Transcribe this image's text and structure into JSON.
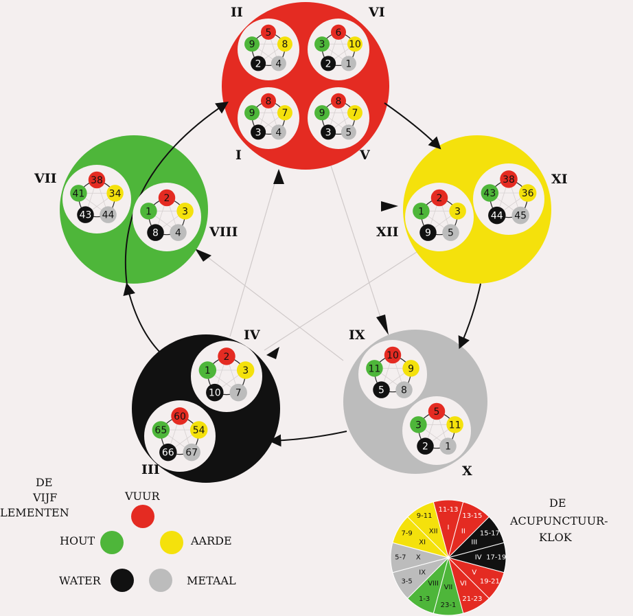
{
  "colors": {
    "fire": "#e42b22",
    "earth": "#f4e10c",
    "wood": "#4eb63a",
    "water": "#111111",
    "metal": "#bcbcbc",
    "background": "#f4efef"
  },
  "elements": [
    {
      "element": "fire",
      "groups": [
        {
          "label": "II",
          "numbers": {
            "fire": "5",
            "earth": "8",
            "metal": "4",
            "water": "2",
            "wood": "9"
          }
        },
        {
          "label": "VI",
          "numbers": {
            "fire": "6",
            "earth": "10",
            "metal": "1",
            "water": "2",
            "wood": "3"
          }
        },
        {
          "label": "I",
          "numbers": {
            "fire": "8",
            "earth": "7",
            "metal": "4",
            "water": "3",
            "wood": "9"
          }
        },
        {
          "label": "V",
          "numbers": {
            "fire": "8",
            "earth": "7",
            "metal": "5",
            "water": "3",
            "wood": "9"
          }
        }
      ]
    },
    {
      "element": "earth",
      "groups": [
        {
          "label": "XI",
          "numbers": {
            "fire": "38",
            "earth": "36",
            "metal": "45",
            "water": "44",
            "wood": "43"
          }
        },
        {
          "label": "XII",
          "numbers": {
            "fire": "2",
            "earth": "3",
            "metal": "5",
            "water": "9",
            "wood": "1"
          }
        }
      ]
    },
    {
      "element": "metal",
      "groups": [
        {
          "label": "IX",
          "numbers": {
            "fire": "10",
            "earth": "9",
            "metal": "8",
            "water": "5",
            "wood": "11"
          }
        },
        {
          "label": "X",
          "numbers": {
            "fire": "5",
            "earth": "11",
            "metal": "1",
            "water": "2",
            "wood": "3"
          }
        }
      ]
    },
    {
      "element": "water",
      "groups": [
        {
          "label": "IV",
          "numbers": {
            "fire": "2",
            "earth": "3",
            "metal": "7",
            "water": "10",
            "wood": "1"
          }
        },
        {
          "label": "III",
          "numbers": {
            "fire": "60",
            "earth": "54",
            "metal": "67",
            "water": "66",
            "wood": "65"
          }
        }
      ]
    },
    {
      "element": "wood",
      "groups": [
        {
          "label": "VII",
          "numbers": {
            "fire": "38",
            "earth": "34",
            "metal": "44",
            "water": "43",
            "wood": "41"
          }
        },
        {
          "label": "VIII",
          "numbers": {
            "fire": "2",
            "earth": "3",
            "metal": "4",
            "water": "8",
            "wood": "1"
          }
        }
      ]
    }
  ],
  "legend": {
    "title": [
      "DE",
      "VIJF",
      "LEMENTEN"
    ],
    "fire": "VUUR",
    "wood": "HOUT",
    "earth": "AARDE",
    "water": "WATER",
    "metal": "METAAL"
  },
  "clock": {
    "title": [
      "DE",
      "ACUPUNCTUUR-",
      "KLOK"
    ],
    "segments": [
      {
        "roman": "I",
        "hours": "11-13",
        "color": "#e42b22"
      },
      {
        "roman": "II",
        "hours": "13-15",
        "color": "#e42b22"
      },
      {
        "roman": "III",
        "hours": "15-17",
        "color": "#111111"
      },
      {
        "roman": "IV",
        "hours": "17-19",
        "color": "#111111"
      },
      {
        "roman": "V",
        "hours": "19-21",
        "color": "#e42b22"
      },
      {
        "roman": "VI",
        "hours": "21-23",
        "color": "#e42b22"
      },
      {
        "roman": "VII",
        "hours": "23-1",
        "color": "#4eb63a"
      },
      {
        "roman": "VIII",
        "hours": "1-3",
        "color": "#4eb63a"
      },
      {
        "roman": "IX",
        "hours": "3-5",
        "color": "#bcbcbc"
      },
      {
        "roman": "X",
        "hours": "5-7",
        "color": "#bcbcbc"
      },
      {
        "roman": "XI",
        "hours": "7-9",
        "color": "#f4e10c"
      },
      {
        "roman": "XII",
        "hours": "9-11",
        "color": "#f4e10c"
      }
    ]
  }
}
